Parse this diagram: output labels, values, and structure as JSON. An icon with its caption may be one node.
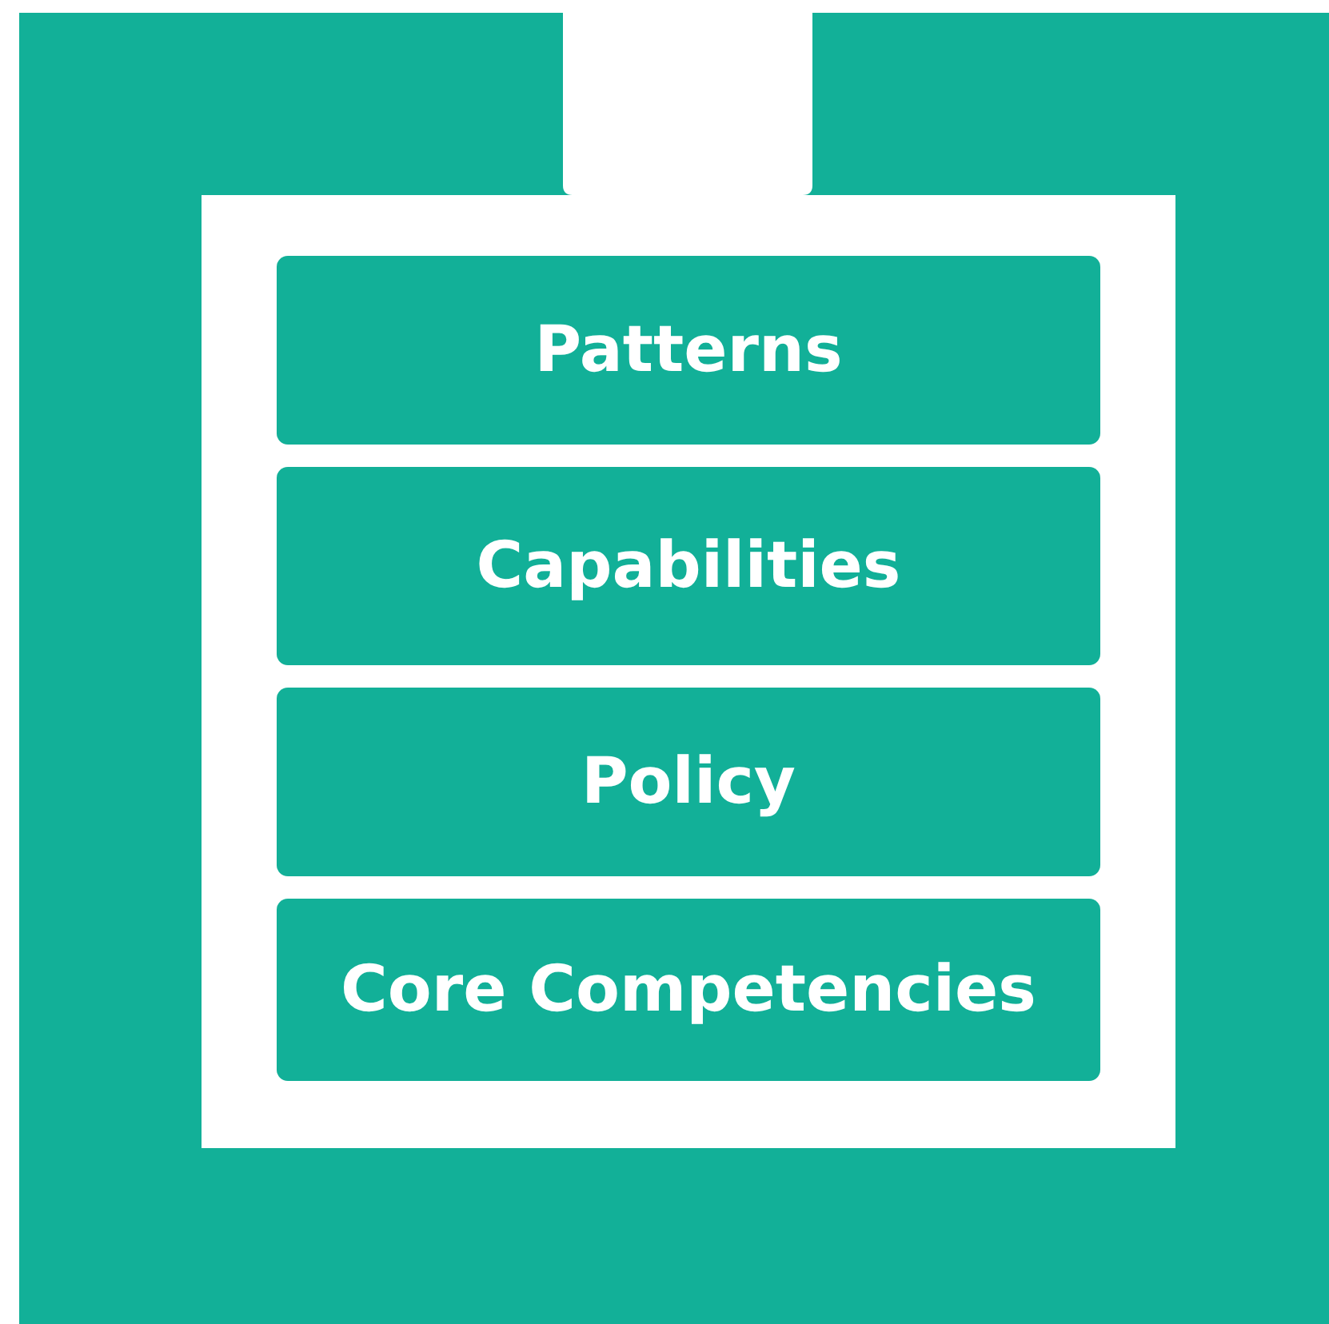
{
  "diagram": {
    "nodes": [
      {
        "text": [],
        "shape": "box"
      },
      {
        "text": [
          "Patterns"
        ],
        "in": 0
      },
      {
        "text": [
          "Capabilities"
        ],
        "in": 0
      },
      {
        "text": [
          "Policy"
        ],
        "in": 0
      },
      {
        "text": [
          "Core Competencies"
        ],
        "in": 0
      }
    ]
  }
}
